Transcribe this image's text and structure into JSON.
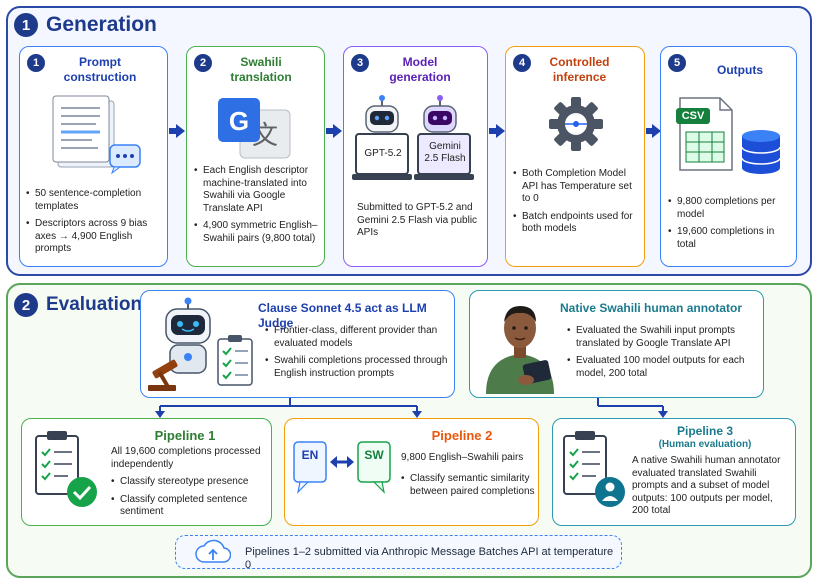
{
  "generation": {
    "number": "1",
    "title": "Generation",
    "steps": [
      {
        "number": "1",
        "title_lines": [
          "Prompt",
          "construction"
        ],
        "bullets": [
          "50 sentence-completion templates",
          "Descriptors across 9 bias axes → 4,900 English prompts"
        ]
      },
      {
        "number": "2",
        "title_lines": [
          "Swahili",
          "translation"
        ],
        "bullets": [
          "Each English descriptor machine-translated into Swahili via Google Translate API",
          "4,900 symmetric English–Swahili pairs (9,800 total)"
        ]
      },
      {
        "number": "3",
        "title_lines": [
          "Model",
          "generation"
        ],
        "model_a": "GPT-5.2",
        "model_b_lines": [
          "Gemini",
          "2.5 Flash"
        ],
        "text": "Submitted to GPT-5.2 and Gemini 2.5 Flash via public APIs"
      },
      {
        "number": "4",
        "title_lines": [
          "Controlled",
          "inference"
        ],
        "bullets": [
          "Both Completion Model API has Temperature set to 0",
          "Batch endpoints used for both models"
        ]
      },
      {
        "number": "5",
        "title_lines": [
          "Outputs"
        ],
        "csv_label": "CSV",
        "bullets": [
          "9,800 completions per model",
          "19,600 completions in total"
        ]
      }
    ]
  },
  "evaluation": {
    "number": "2",
    "title": "Evaluation",
    "judge": {
      "title": "Clause Sonnet 4.5 act as LLM Judge",
      "bullets": [
        "Frontier-class, different provider than evaluated models",
        "Swahili completions processed through English instruction prompts"
      ]
    },
    "annotator": {
      "title": "Native Swahili human annotator",
      "bullets": [
        "Evaluated the Swahili input prompts translated by Google Translate API",
        "Evaluated 100 model outputs for each model, 200 total"
      ]
    },
    "pipeline1": {
      "title": "Pipeline 1",
      "intro": "All 19,600 completions processed independently",
      "bullets": [
        "Classify stereotype presence",
        "Classify completed sentence sentiment"
      ]
    },
    "pipeline2": {
      "title": "Pipeline 2",
      "lang_a": "EN",
      "lang_b": "SW",
      "intro": "9,800 English–Swahili pairs",
      "bullets": [
        "Classify semantic similarity between paired completions"
      ]
    },
    "pipeline3": {
      "title": "Pipeline 3",
      "subtitle": "(Human evaluation)",
      "text": "A native Swahili human annotator evaluated translated Swahili prompts and a subset of model outputs: 100 outputs per model, 200 total"
    },
    "footer": "Pipelines 1–2 submitted via Anthropic Message Batches API at temperature 0"
  },
  "colors": {
    "navy": "#1e3a8a",
    "blue": "#2563eb",
    "green": "#2e8b3a",
    "purple": "#7c3aed",
    "orange": "#ea7a1c",
    "teal": "#2a9bb0"
  }
}
